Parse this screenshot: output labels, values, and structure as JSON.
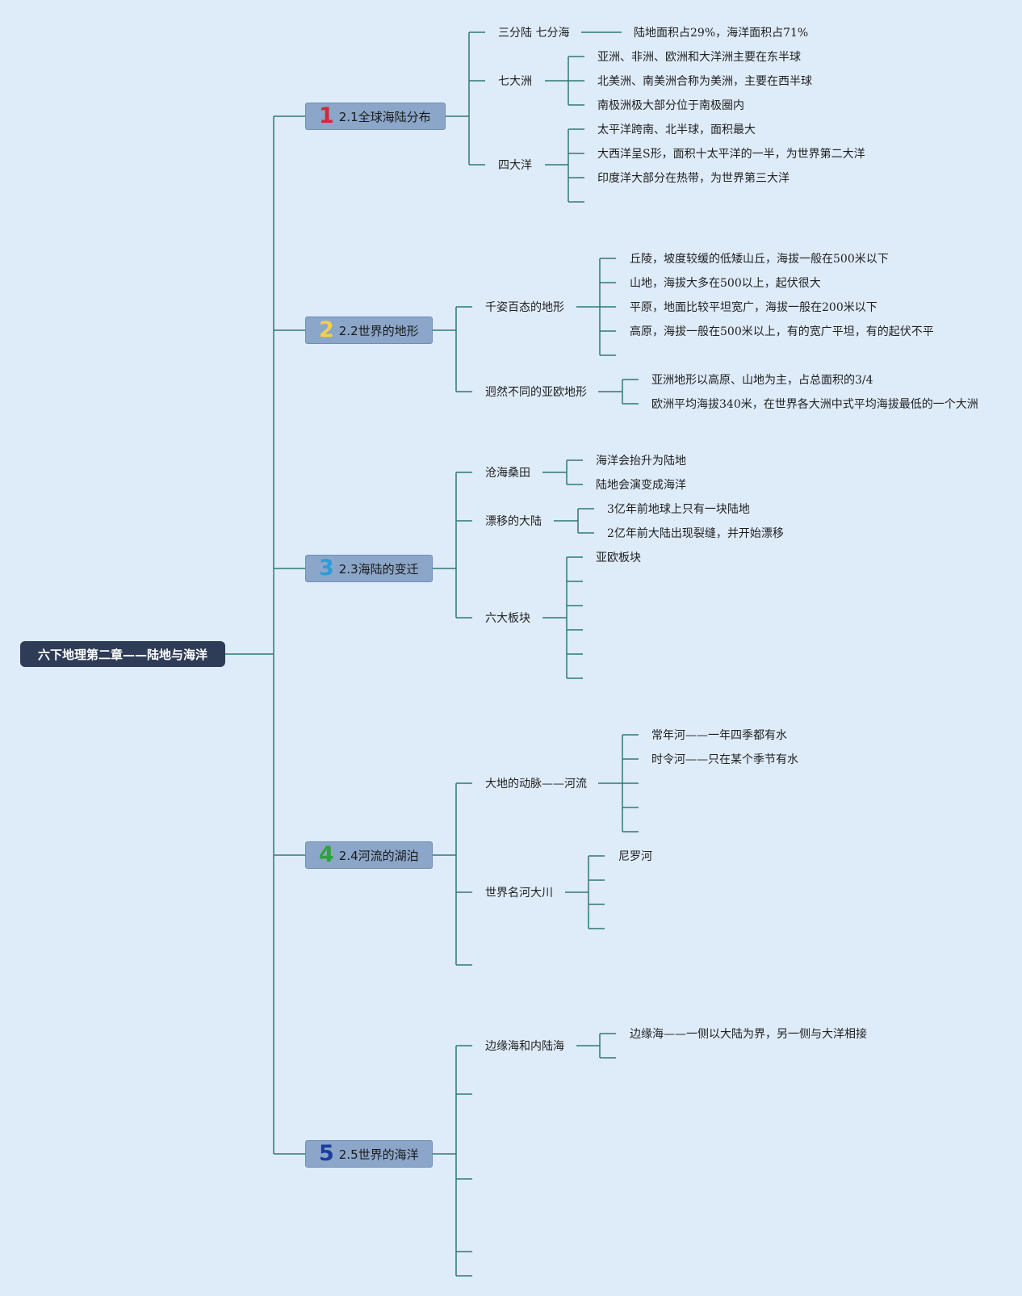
{
  "root": {
    "label": "六下地理第二章——陆地与海洋"
  },
  "colors": {
    "background": "#deebf9",
    "line": "#2f7a72",
    "root_bg": "#2e3c57",
    "section_bg": "#8ba6c8",
    "num1": "#d6263a",
    "num2": "#f0d04a",
    "num3": "#2f9ad8",
    "num4": "#2ea33a",
    "num5": "#1b3d9c"
  },
  "sections": [
    {
      "num": "1",
      "label": "2.1全球海陆分布",
      "children": [
        {
          "label": "三分陆 七分海",
          "leaves": [
            "陆地面积占29%，海洋面积占71%"
          ]
        },
        {
          "label": "七大洲",
          "leaves": [
            "亚洲、非洲、欧洲和大洋洲主要在东半球",
            "北美洲、南美洲合称为美洲，主要在西半球",
            "南极洲极大部分位于南极圈内"
          ]
        },
        {
          "label": "四大洋",
          "leaves": [
            "太平洋跨南、北半球，面积最大",
            "大西洋呈S形，面积十太平洋的一半，为世界第二大洋",
            "印度洋大部分在热带，为世界第三大洋",
            ""
          ]
        }
      ]
    },
    {
      "num": "2",
      "label": "2.2世界的地形",
      "children": [
        {
          "label": "千姿百态的地形",
          "leaves": [
            "丘陵，坡度较缓的低矮山丘，海拔一般在500米以下",
            "山地，海拔大多在500以上，起伏很大",
            "平原，地面比较平坦宽广，海拔一般在200米以下",
            "高原，海拔一般在500米以上，有的宽广平坦，有的起伏不平",
            ""
          ]
        },
        {
          "label": "迥然不同的亚欧地形",
          "leaves": [
            "亚洲地形以高原、山地为主，占总面积的3/4",
            "欧洲平均海拔340米，在世界各大洲中式平均海拔最低的一个大洲"
          ]
        }
      ]
    },
    {
      "num": "3",
      "label": "2.3海陆的变迁",
      "children": [
        {
          "label": "沧海桑田",
          "leaves": [
            "海洋会抬升为陆地",
            "陆地会演变成海洋"
          ]
        },
        {
          "label": "漂移的大陆",
          "leaves": [
            "3亿年前地球上只有一块陆地",
            "2亿年前大陆出现裂缝，并开始漂移"
          ]
        },
        {
          "label": "六大板块",
          "leaves": [
            "亚欧板块",
            "",
            "",
            "",
            "",
            ""
          ]
        }
      ]
    },
    {
      "num": "4",
      "label": "2.4河流的湖泊",
      "children": [
        {
          "label": "大地的动脉——河流",
          "leaves": [
            "常年河——一年四季都有水",
            "时令河——只在某个季节有水",
            "",
            "",
            ""
          ]
        },
        {
          "label": "世界名河大川",
          "leaves": [
            "尼罗河",
            "",
            "",
            ""
          ]
        },
        {
          "label": "",
          "leaves": []
        }
      ]
    },
    {
      "num": "5",
      "label": "2.5世界的海洋",
      "children": [
        {
          "label": "边缘海和内陆海",
          "leaves": [
            "边缘海——一侧以大陆为界，另一侧与大洋相接",
            ""
          ]
        },
        {
          "label": "",
          "leaves": []
        },
        {
          "label": "",
          "leaves": []
        },
        {
          "label": "",
          "leaves": []
        },
        {
          "label": "",
          "leaves": []
        }
      ]
    }
  ]
}
